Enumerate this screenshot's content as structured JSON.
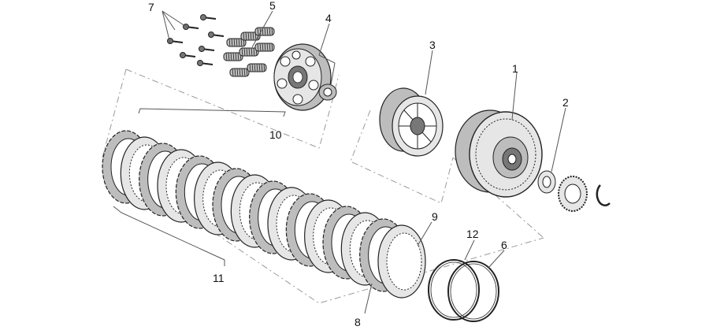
{
  "diagram": {
    "callouts": [
      {
        "id": "c1",
        "label": "1"
      },
      {
        "id": "c2",
        "label": "2"
      },
      {
        "id": "c3",
        "label": "3"
      },
      {
        "id": "c4",
        "label": "4"
      },
      {
        "id": "c5",
        "label": "5"
      },
      {
        "id": "c6",
        "label": "6"
      },
      {
        "id": "c7",
        "label": "7"
      },
      {
        "id": "c8",
        "label": "8"
      },
      {
        "id": "c9",
        "label": "9"
      },
      {
        "id": "c10",
        "label": "10"
      },
      {
        "id": "c11",
        "label": "11"
      },
      {
        "id": "c12",
        "label": "12"
      }
    ],
    "colors": {
      "line": "#222222",
      "fill_light": "#e6e6e6",
      "fill_mid": "#bdbdbd",
      "fill_dark": "#777777",
      "leader": "#555555",
      "frame": "#9a9a9a"
    }
  }
}
